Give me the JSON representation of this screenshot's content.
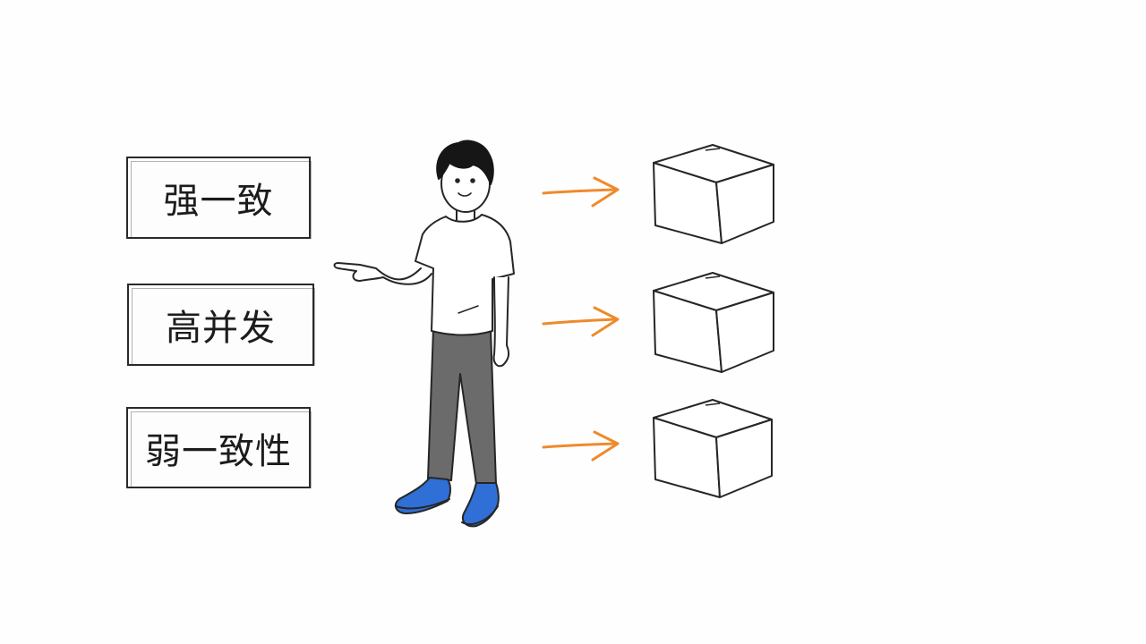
{
  "labels": [
    {
      "text": "强一致"
    },
    {
      "text": "高并发"
    },
    {
      "text": "弱一致性"
    }
  ],
  "colors": {
    "arrow": "#ef8a2c",
    "ink": "#262626",
    "shoes": "#2f6fd6",
    "pants": "#6b6b6b",
    "hair": "#161616"
  },
  "icons": [
    "person-pointing-icon",
    "arrow-right-icon",
    "cube-icon"
  ]
}
